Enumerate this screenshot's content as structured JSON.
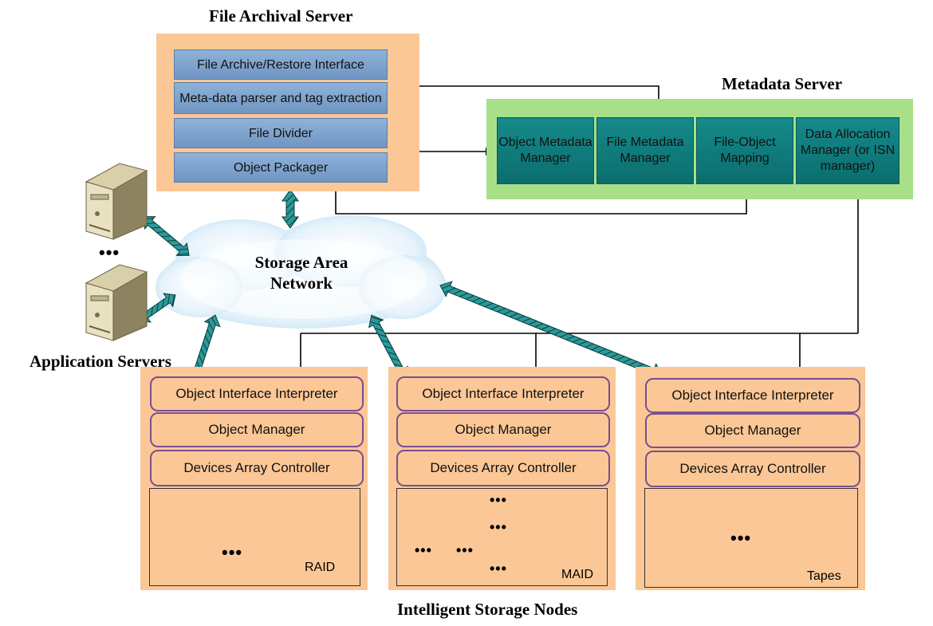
{
  "file_archival_server": {
    "title": "File Archival Server",
    "layers": [
      "File Archive/Restore Interface",
      "Meta-data parser and tag extraction",
      "File Divider",
      "Object Packager"
    ]
  },
  "metadata_server": {
    "title": "Metadata Server",
    "components": [
      "Object Metadata Manager",
      "File Metadata Manager",
      "File-Object Mapping",
      "Data Allocation Manager (or ISN manager)"
    ]
  },
  "san": {
    "label": "Storage Area Network"
  },
  "application_servers": {
    "label": "Application Servers",
    "ellipsis": "•••"
  },
  "storage_nodes": {
    "title": "Intelligent Storage Nodes",
    "layers": [
      "Object Interface Interpreter",
      "Object Manager",
      "Devices Array Controller"
    ],
    "device_labels": [
      "RAID",
      "MAID",
      "Tapes"
    ],
    "ellipsis": "•••"
  },
  "colors": {
    "panel_orange": "#fbc796",
    "metadata_green": "#a8e08a",
    "fas_blue": "#7fa3cf",
    "md_teal": "#0e7b7c",
    "arrow_teal": "#2a9a9a",
    "disk_blue": "#2a3ed6"
  }
}
